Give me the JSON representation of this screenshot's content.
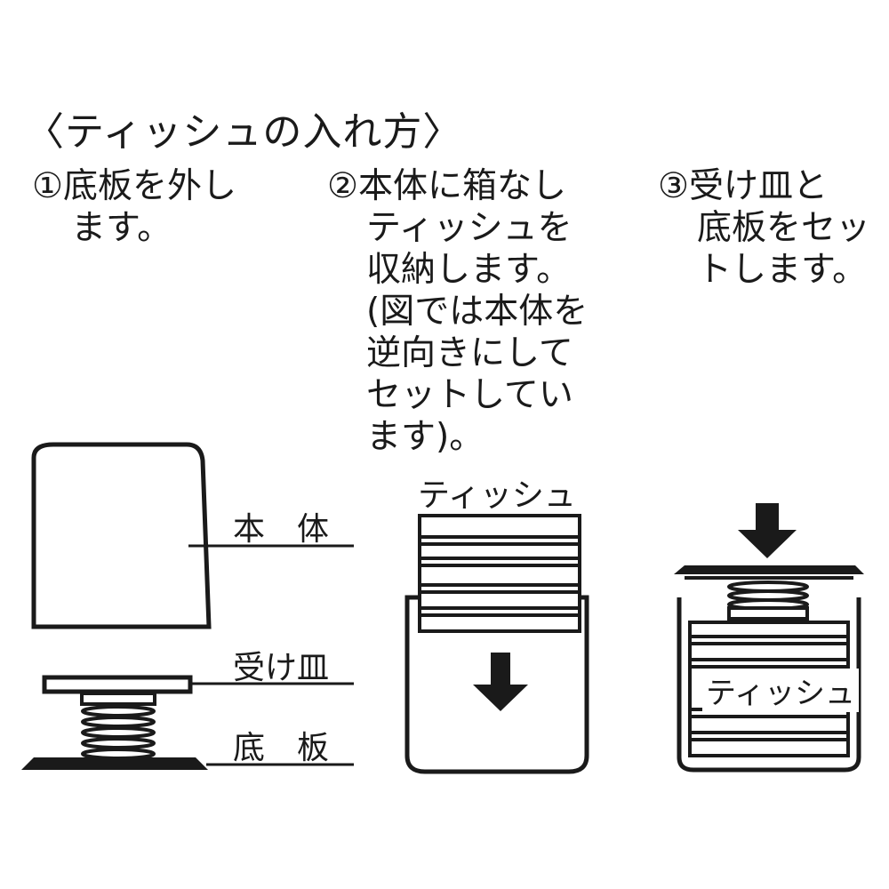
{
  "title": "〈ティッシュの入れ方〉",
  "steps": [
    {
      "lines": [
        "①底板を外し",
        "ます。"
      ]
    },
    {
      "lines": [
        "②本体に箱なし",
        "ティッシュを",
        "収納します。",
        "(図では本体を",
        "逆向きにして",
        "セットしてい",
        "ます)。"
      ]
    },
    {
      "lines": [
        "③受け皿と",
        "底板をセッ",
        "トします。"
      ]
    }
  ],
  "labels": {
    "body": "本体",
    "tray": "受け皿",
    "base": "底板",
    "tissue": "ティッシュ"
  }
}
